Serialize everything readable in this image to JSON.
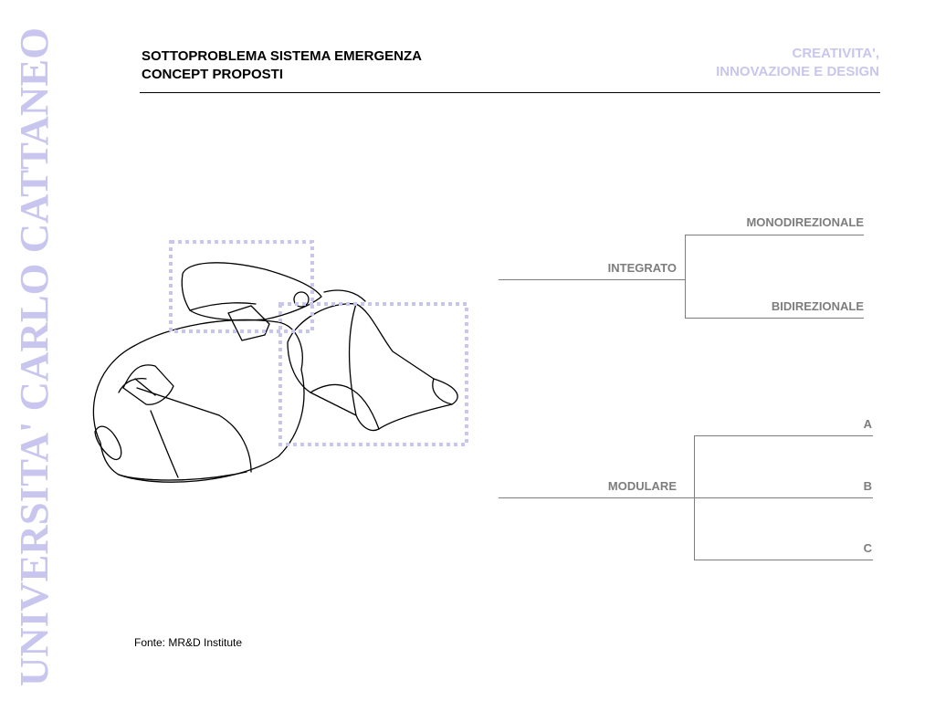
{
  "brand": {
    "vertical_text": "UNIVERSITA' CARLO CATTANEO",
    "color": "#c8c6ee"
  },
  "header": {
    "title_line1": "SOTTOPROBLEMA SISTEMA EMERGENZA",
    "title_line2": "CONCEPT PROPOSTI",
    "right_line1": "CREATIVITA',",
    "right_line2": "INNOVAZIONE E DESIGN"
  },
  "tree": {
    "integrato": {
      "label": "INTEGRATO",
      "children": [
        "MONODIREZIONALE",
        "BIDIREZIONALE"
      ]
    },
    "modulare": {
      "label": "MODULARE",
      "children": [
        "A",
        "B",
        "C"
      ]
    },
    "label_color": "#7d7d7d"
  },
  "highlight_color": "#c8c6ee",
  "footer": {
    "source": "Fonte: MR&D Institute"
  }
}
